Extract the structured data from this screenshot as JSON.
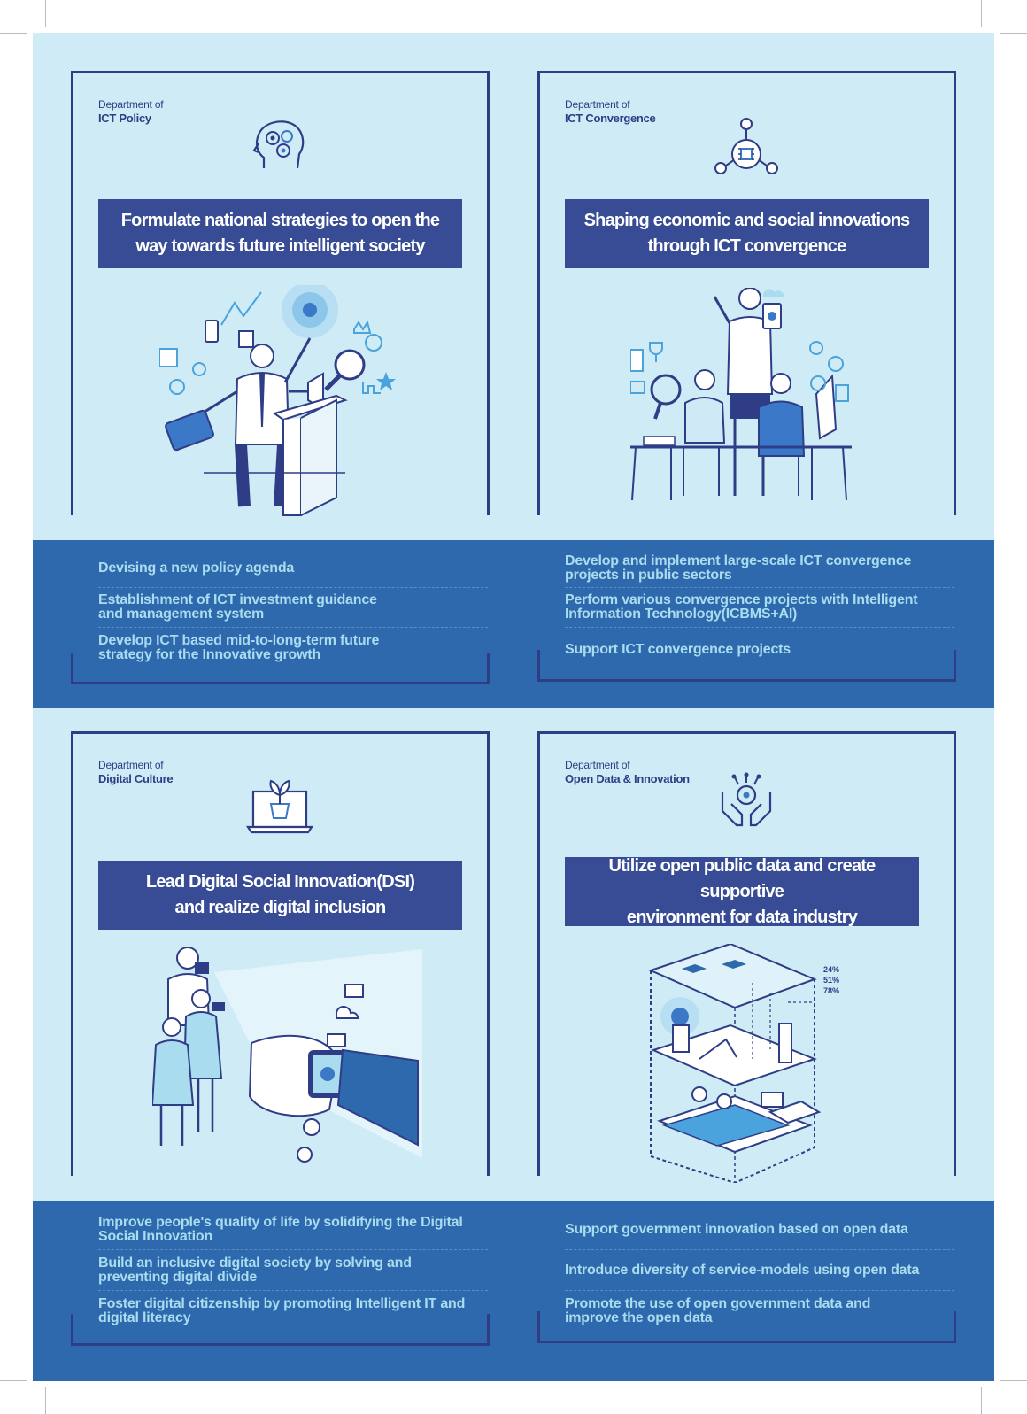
{
  "colors": {
    "light_background": "#cfebf5",
    "band_background": "#2e69ad",
    "frame_navy": "#2f3d86",
    "headline_fill": "#374c94",
    "task_text": "#a9dcef"
  },
  "panels": [
    {
      "dept_prefix": "Department of",
      "dept_name": "ICT Policy",
      "icon": "brain-gears-icon",
      "headline_line1": "Formulate national strategies to open the",
      "headline_line2": "way towards future intelligent society",
      "illustration": "policy-speaker-illustration",
      "tasks": [
        {
          "line1": "Devising a new policy agenda",
          "line2": ""
        },
        {
          "line1": "Establishment of ICT investment guidance",
          "line2": "and management system"
        },
        {
          "line1": "Develop ICT based mid-to-long-term future",
          "line2": "strategy for the Innovative growth"
        }
      ]
    },
    {
      "dept_prefix": "Department of",
      "dept_name": "ICT Convergence",
      "icon": "chip-network-icon",
      "headline_line1": "Shaping economic and social innovations",
      "headline_line2": "through ICT convergence",
      "illustration": "team-collaboration-illustration",
      "tasks": [
        {
          "line1": "Develop and implement large-scale ICT convergence",
          "line2": "projects in public sectors"
        },
        {
          "line1": "Perform various convergence projects with Intelligent",
          "line2": "Information Technology(ICBMS+AI)"
        },
        {
          "line1": "Support ICT convergence projects",
          "line2": ""
        }
      ]
    },
    {
      "dept_prefix": "Department of",
      "dept_name": "Digital Culture",
      "icon": "laptop-plant-icon",
      "headline_line1": "Lead Digital Social Innovation(DSI)",
      "headline_line2": "and realize digital inclusion",
      "illustration": "family-smartwatch-illustration",
      "tasks": [
        {
          "line1": "Improve people's quality of life by solidifying the Digital",
          "line2": "Social Innovation"
        },
        {
          "line1": "Build an inclusive digital society by solving and",
          "line2": "preventing digital divide"
        },
        {
          "line1": "Foster digital citizenship by promoting Intelligent IT and",
          "line2": "digital literacy"
        }
      ]
    },
    {
      "dept_prefix": "Department of",
      "dept_name": "Open Data & Innovation",
      "icon": "hands-gear-icon",
      "headline_line1": "Utilize open public data and create supportive",
      "headline_line2": "environment for data industry",
      "illustration": "data-building-illustration",
      "illustration_labels": [
        "24%",
        "51%",
        "78%"
      ],
      "tasks": [
        {
          "line1": "Support government innovation based on open data",
          "line2": ""
        },
        {
          "line1": "Introduce diversity of service-models using open data",
          "line2": ""
        },
        {
          "line1": "Promote the use of open government data and",
          "line2": "improve the open data"
        }
      ]
    }
  ]
}
